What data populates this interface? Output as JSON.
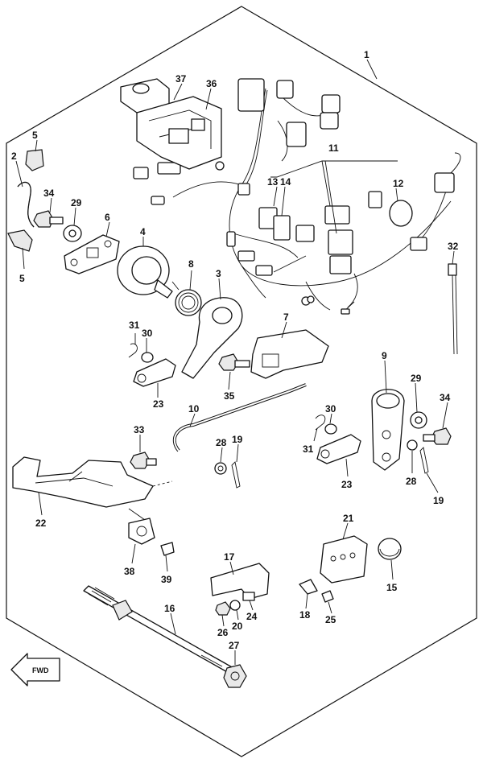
{
  "callouts": {
    "c1": "1",
    "c2": "2",
    "c3": "3",
    "c4": "4",
    "c5a": "5",
    "c5b": "5",
    "c6": "6",
    "c7": "7",
    "c8": "8",
    "c9": "9",
    "c10": "10",
    "c11": "11",
    "c12": "12",
    "c13": "13",
    "c14": "14",
    "c15": "15",
    "c16": "16",
    "c17": "17",
    "c18": "18",
    "c19a": "19",
    "c19b": "19",
    "c20": "20",
    "c21": "21",
    "c22": "22",
    "c23a": "23",
    "c23b": "23",
    "c24": "24",
    "c25": "25",
    "c26": "26",
    "c27": "27",
    "c28a": "28",
    "c28b": "28",
    "c29a": "29",
    "c29b": "29",
    "c30a": "30",
    "c30b": "30",
    "c31a": "31",
    "c31b": "31",
    "c32": "32",
    "c33": "33",
    "c34a": "34",
    "c34b": "34",
    "c35": "35",
    "c36": "36",
    "c37": "37",
    "c38": "38",
    "c39": "39"
  },
  "fwd_label": "FWD",
  "colors": {
    "ink": "#111111",
    "background": "#ffffff",
    "part_shade": "#e9e9e9"
  }
}
